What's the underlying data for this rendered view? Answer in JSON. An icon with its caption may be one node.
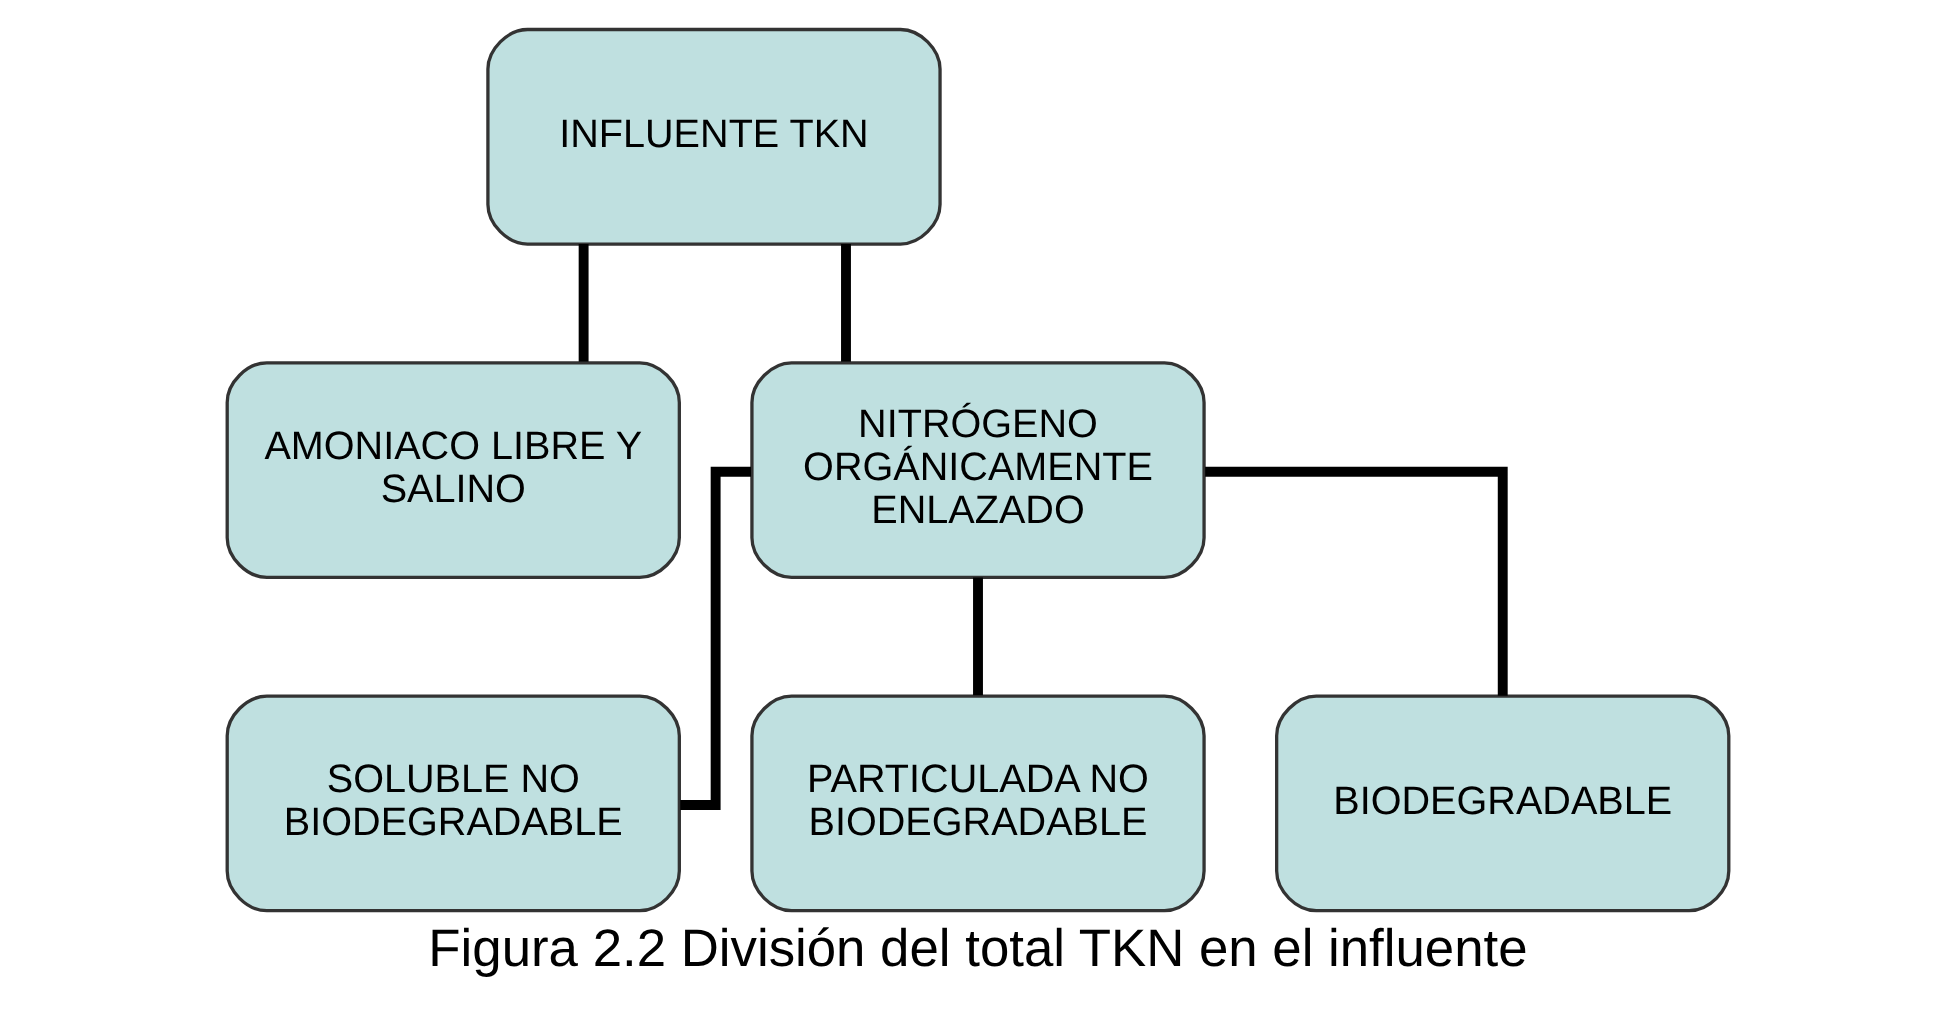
{
  "diagram": {
    "caption": "Figura 2.2 División del total TKN en el influente",
    "nodes": [
      {
        "text": [
          "INFLUENTE TKN"
        ]
      },
      {
        "text": [
          "AMONIACO LIBRE Y SALINO"
        ]
      },
      {
        "text": [
          "NITRÓGENO ORGÁNICAMENTE ENLAZADO"
        ]
      },
      {
        "text": [
          "SOLUBLE NO BIODEGRADABLE"
        ]
      },
      {
        "text": [
          "PARTICULADA NO BIODEGRADABLE"
        ]
      },
      {
        "text": [
          "BIODEGRADABLE"
        ]
      }
    ],
    "edges": [
      {
        "from": 0,
        "to": 1,
        "arrow": "none"
      },
      {
        "from": 0,
        "to": 2,
        "arrow": "none"
      },
      {
        "from": 2,
        "to": 3,
        "arrow": "none"
      },
      {
        "from": 2,
        "to": 4,
        "arrow": "none"
      },
      {
        "from": 2,
        "to": 5,
        "arrow": "none"
      }
    ]
  }
}
